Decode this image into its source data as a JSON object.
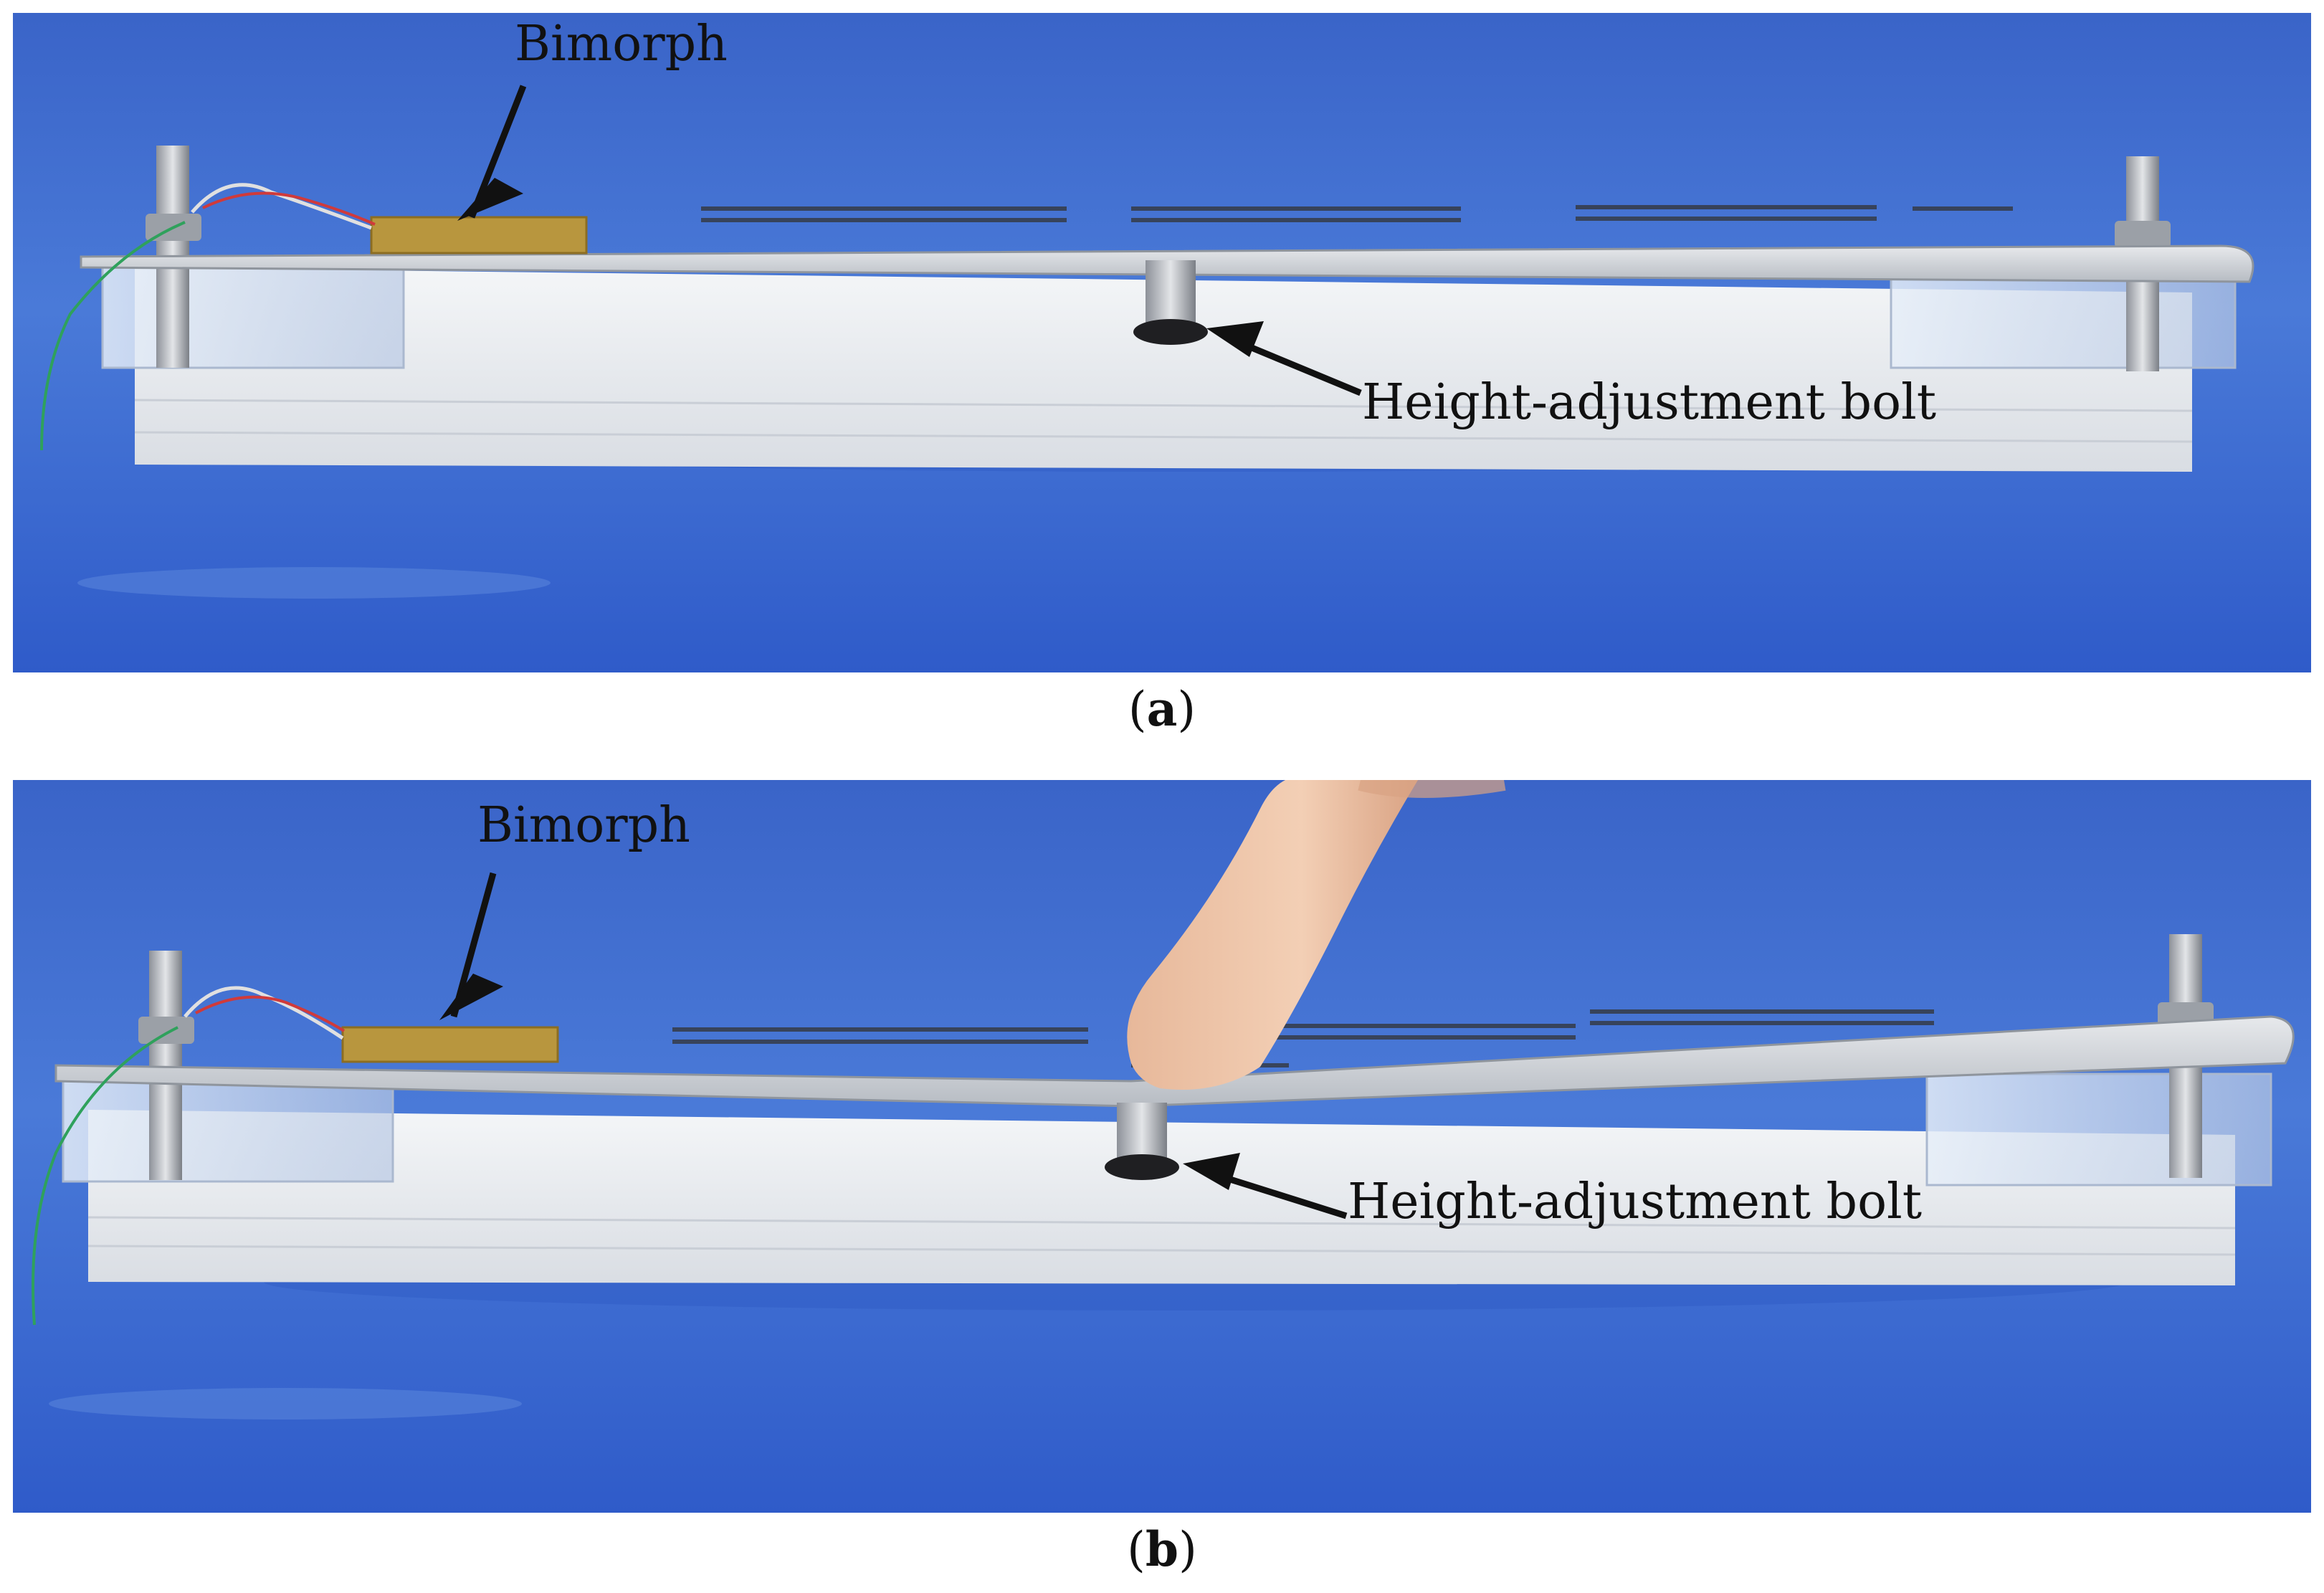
{
  "panels": [
    {
      "id": "a",
      "caption_letter": "a",
      "labels": {
        "bimorph": "Bimorph",
        "bolt": "Height-adjustment bolt"
      },
      "finger_pressing": false
    },
    {
      "id": "b",
      "caption_letter": "b",
      "labels": {
        "bimorph": "Bimorph",
        "bolt": "Height-adjustment bolt"
      },
      "finger_pressing": true
    }
  ],
  "colors": {
    "background_blue": "#3f6fd4",
    "base_white": "#eef0f2",
    "strip_silver": "#cfd3d8",
    "bimorph_gold": "#b8963e"
  }
}
